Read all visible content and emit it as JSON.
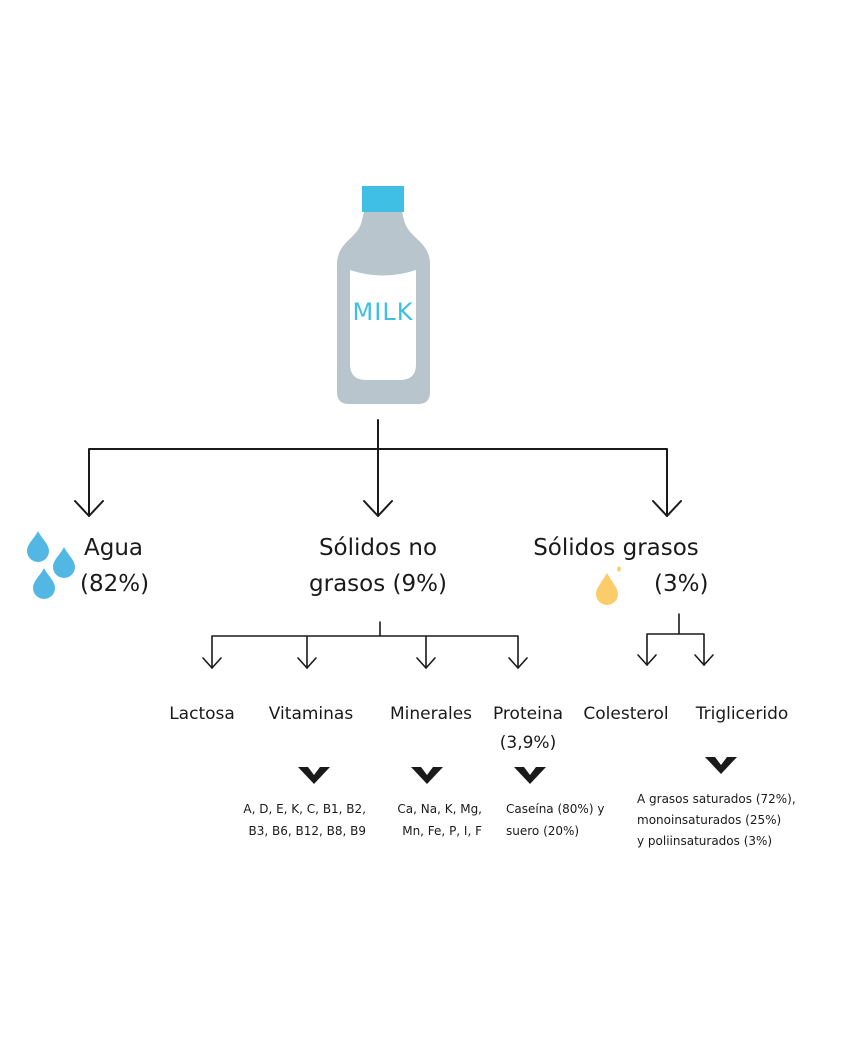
{
  "colors": {
    "bottle": "#b8c5cd",
    "cap": "#3fbfe3",
    "label": "#ffffff",
    "milk_text": "#3fbfe3",
    "water_drop": "#52b8e3",
    "fat_drop": "#fccb6a",
    "line": "#1a1a1a"
  },
  "bottle": {
    "label_text": "MILK"
  },
  "nodes": {
    "agua": {
      "name": "Agua",
      "value": "(82%)"
    },
    "solidos_no_grasos": {
      "line1": "Sólidos no",
      "line2": "grasos (9%)"
    },
    "solidos_grasos": {
      "line1": "Sólidos grasos",
      "value": "(3%)"
    }
  },
  "no_fat_items": {
    "lactosa": "Lactosa",
    "vitaminas": "Vitaminas",
    "minerales": "Minerales",
    "proteina": "Proteina",
    "proteina_value": "(3,9%)"
  },
  "fat_items": {
    "colesterol": "Colesterol",
    "triglicerido": "Triglicerido"
  },
  "details": {
    "vitaminas_line1": "A, D, E, K, C, B1, B2,",
    "vitaminas_line2": "B3, B6, B12, B8, B9",
    "minerales_line1": "Ca, Na, K, Mg,",
    "minerales_line2": "Mn, Fe, P, I, F",
    "proteina_line1": "Caseína (80%) y",
    "proteina_line2": "suero (20%)",
    "triglicerido_line1": "A grasos saturados (72%),",
    "triglicerido_line2": "monoinsaturados (25%)",
    "triglicerido_line3": "y poliinsaturados (3%)"
  },
  "icons": {
    "bottle": "milk-bottle-icon",
    "water": "water-drops-icon",
    "fat": "fat-drop-icon",
    "chevron": "chevron-down-icon"
  }
}
